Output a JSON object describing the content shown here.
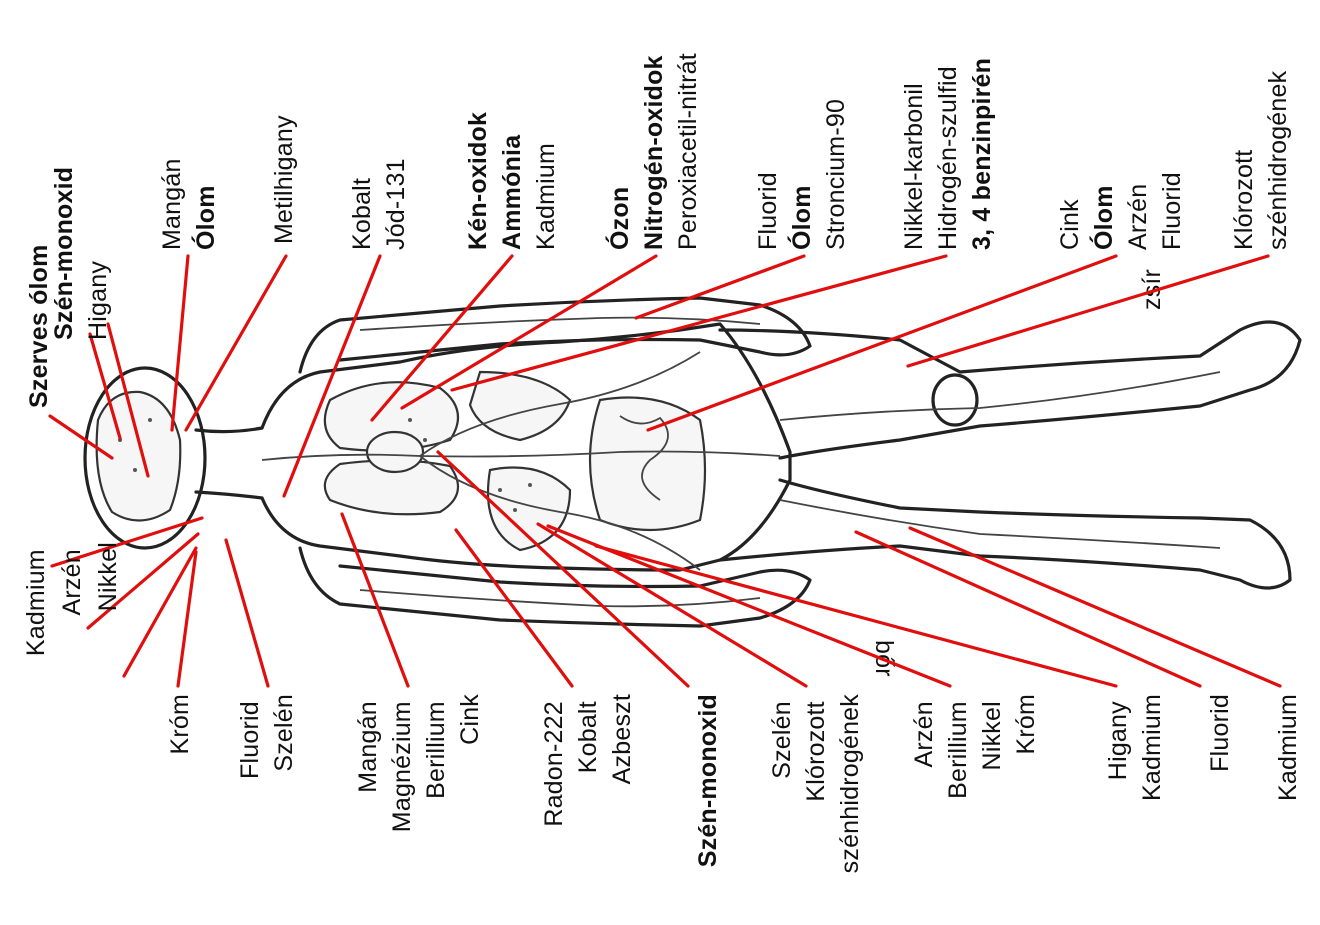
{
  "top_groups": [
    {
      "id": "t1",
      "lines": [
        {
          "text": "Szerves ólom",
          "bold": true
        }
      ]
    },
    {
      "id": "t2",
      "lines": [
        {
          "text": "Szén-monoxid",
          "bold": true
        },
        {
          "text": "Higany",
          "bold": false
        }
      ]
    },
    {
      "id": "t3",
      "lines": [
        {
          "text": "Mangán",
          "bold": false
        },
        {
          "text": "Ólom",
          "bold": true
        }
      ]
    },
    {
      "id": "t4",
      "lines": [
        {
          "text": "Metilhigany",
          "bold": false
        }
      ]
    },
    {
      "id": "t5",
      "lines": [
        {
          "text": "Kobalt",
          "bold": false
        },
        {
          "text": "Jód-131",
          "bold": false
        }
      ]
    },
    {
      "id": "t6",
      "lines": [
        {
          "text": "Kén-oxidok",
          "bold": true
        },
        {
          "text": "Ammónia",
          "bold": true
        },
        {
          "text": "Kadmium",
          "bold": false
        }
      ]
    },
    {
      "id": "t7",
      "lines": [
        {
          "text": "Ózon",
          "bold": true
        },
        {
          "text": "Nitrogén-oxidok",
          "bold": true
        },
        {
          "text": "Peroxiacetil-nitrát",
          "bold": false
        }
      ]
    },
    {
      "id": "t8",
      "lines": [
        {
          "text": "Fluorid",
          "bold": false
        },
        {
          "text": "Ólom",
          "bold": true
        },
        {
          "text": "Stroncium-90",
          "bold": false
        }
      ]
    },
    {
      "id": "t9",
      "lines": [
        {
          "text": "Nikkel-karbonil",
          "bold": false
        },
        {
          "text": "Hidrogén-szulfid",
          "bold": false
        },
        {
          "text": "3, 4 benzinpirén",
          "bold": true
        }
      ]
    },
    {
      "id": "t10",
      "lines": [
        {
          "text": "Cink",
          "bold": false
        },
        {
          "text": "Ólom",
          "bold": true
        },
        {
          "text": "Arzén",
          "bold": false
        },
        {
          "text": "Fluorid",
          "bold": false
        }
      ]
    },
    {
      "id": "t11",
      "lines": [
        {
          "text": "Klórozott",
          "bold": false
        },
        {
          "text": "szénhidrogének",
          "bold": false
        }
      ]
    }
  ],
  "bottom_groups": [
    {
      "id": "b1",
      "lines": [
        {
          "text": "Kadmium",
          "bold": false
        },
        {
          "text": "Arzén",
          "bold": false
        },
        {
          "text": "Nikkel",
          "bold": false
        }
      ]
    },
    {
      "id": "b2",
      "lines": [
        {
          "text": "Króm",
          "bold": false
        }
      ]
    },
    {
      "id": "b3",
      "lines": [
        {
          "text": "Fluorid",
          "bold": false
        },
        {
          "text": "Szelén",
          "bold": false
        }
      ]
    },
    {
      "id": "b4",
      "lines": [
        {
          "text": "Mangán",
          "bold": false
        },
        {
          "text": "Magnézium",
          "bold": false
        },
        {
          "text": "Berillium",
          "bold": false
        },
        {
          "text": "Cink",
          "bold": false
        }
      ]
    },
    {
      "id": "b5",
      "lines": [
        {
          "text": "Radon-222",
          "bold": false
        },
        {
          "text": "Kobalt",
          "bold": false
        },
        {
          "text": "Azbeszt",
          "bold": false
        }
      ]
    },
    {
      "id": "b6",
      "lines": [
        {
          "text": "Szén-monoxid",
          "bold": true
        }
      ]
    },
    {
      "id": "b7",
      "lines": [
        {
          "text": "Szelén",
          "bold": false
        },
        {
          "text": "Klórozott",
          "bold": false
        },
        {
          "text": "szénhidrogének",
          "bold": false
        }
      ]
    },
    {
      "id": "b8",
      "lines": [
        {
          "text": "Arzén",
          "bold": false
        },
        {
          "text": "Berillium",
          "bold": false
        },
        {
          "text": "Nikkel",
          "bold": false
        },
        {
          "text": "Króm",
          "bold": false
        }
      ]
    },
    {
      "id": "b9",
      "lines": [
        {
          "text": "Higany",
          "bold": false
        },
        {
          "text": "Kadmium",
          "bold": false
        }
      ]
    },
    {
      "id": "b10",
      "lines": [
        {
          "text": "Fluorid",
          "bold": false
        }
      ]
    },
    {
      "id": "b11",
      "lines": [
        {
          "text": "Kadmium",
          "bold": false
        }
      ]
    }
  ],
  "body_labels": {
    "fat": "zsír",
    "skin": "bőr"
  },
  "colors": {
    "leader_line": "#e10e0e",
    "outline": "#222222"
  }
}
